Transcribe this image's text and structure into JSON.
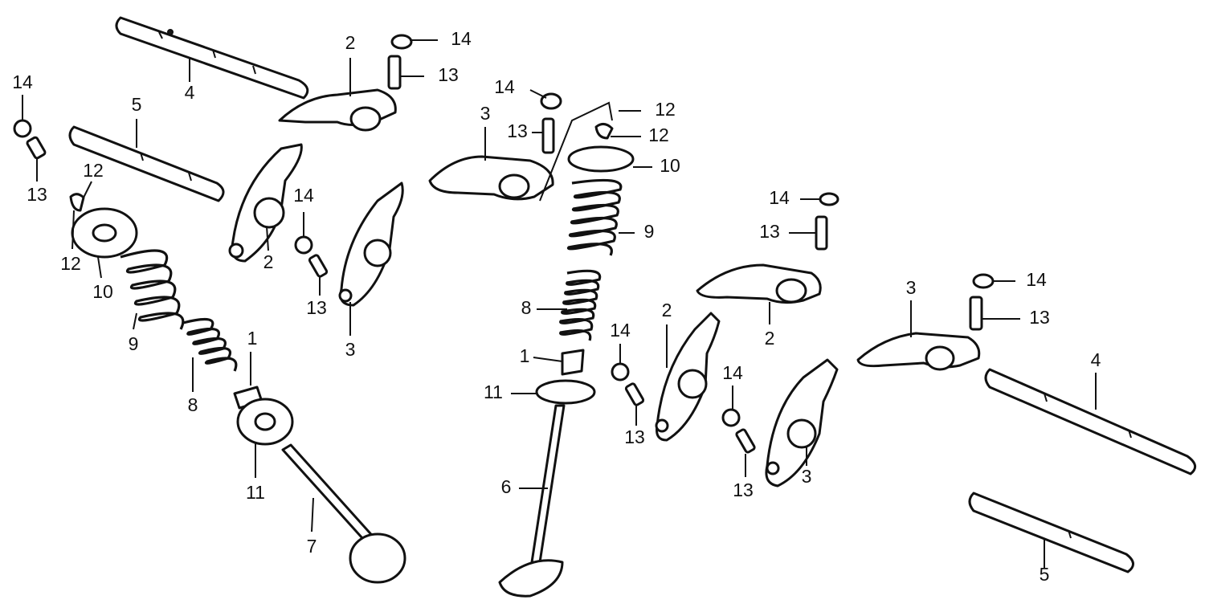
{
  "callouts": [
    {
      "id": "a1",
      "text": "14"
    },
    {
      "id": "a2",
      "text": "13"
    },
    {
      "id": "a3",
      "text": "12"
    },
    {
      "id": "a4",
      "text": "12"
    },
    {
      "id": "a5",
      "text": "10"
    },
    {
      "id": "a6",
      "text": "9"
    },
    {
      "id": "a7",
      "text": "8"
    },
    {
      "id": "a8",
      "text": "1"
    },
    {
      "id": "a9",
      "text": "11"
    },
    {
      "id": "a10",
      "text": "7"
    },
    {
      "id": "a11",
      "text": "4"
    },
    {
      "id": "a12",
      "text": "5"
    },
    {
      "id": "a13",
      "text": "2"
    },
    {
      "id": "a14",
      "text": "14"
    },
    {
      "id": "a15",
      "text": "13"
    },
    {
      "id": "a16",
      "text": "2"
    },
    {
      "id": "a17",
      "text": "14"
    },
    {
      "id": "a18",
      "text": "13"
    },
    {
      "id": "a19",
      "text": "3"
    },
    {
      "id": "b1",
      "text": "14"
    },
    {
      "id": "b2",
      "text": "13"
    },
    {
      "id": "b3",
      "text": "3"
    },
    {
      "id": "b4",
      "text": "12"
    },
    {
      "id": "b5",
      "text": "12"
    },
    {
      "id": "b6",
      "text": "10"
    },
    {
      "id": "b7",
      "text": "9"
    },
    {
      "id": "b8",
      "text": "8"
    },
    {
      "id": "b9",
      "text": "1"
    },
    {
      "id": "b10",
      "text": "11"
    },
    {
      "id": "b11",
      "text": "6"
    },
    {
      "id": "b12",
      "text": "14"
    },
    {
      "id": "b13",
      "text": "13"
    },
    {
      "id": "b14",
      "text": "2"
    },
    {
      "id": "c1",
      "text": "14"
    },
    {
      "id": "c2",
      "text": "13"
    },
    {
      "id": "c3",
      "text": "2"
    },
    {
      "id": "c4",
      "text": "14"
    },
    {
      "id": "c5",
      "text": "13"
    },
    {
      "id": "c6",
      "text": "3"
    },
    {
      "id": "c7",
      "text": "3"
    },
    {
      "id": "c8",
      "text": "14"
    },
    {
      "id": "c9",
      "text": "13"
    },
    {
      "id": "c10",
      "text": "4"
    },
    {
      "id": "c11",
      "text": "5"
    }
  ]
}
